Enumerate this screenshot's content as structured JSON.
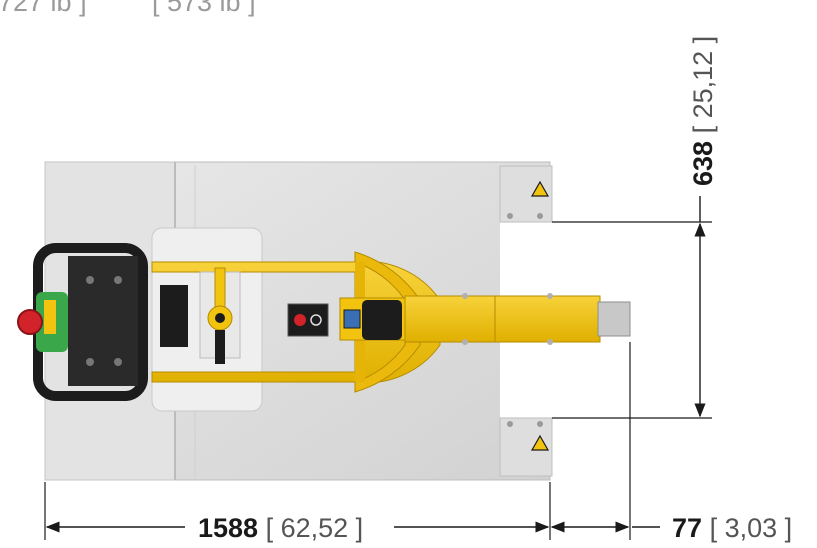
{
  "top_partial": {
    "left": "727 lb ]",
    "right": "[ 573 lb ]"
  },
  "dimensions": {
    "length": {
      "value": "1588",
      "imperial": "[ 62,52 ]"
    },
    "overhang": {
      "value": "77",
      "imperial": "[ 3,03 ]"
    },
    "width": {
      "value": "638",
      "imperial": "[ 25,12 ]"
    }
  },
  "colors": {
    "frame_yellow": "#f2c40f",
    "panel_gray": "#dcdcdc",
    "dark": "#1c1c1c",
    "warning_red": "#d2232a",
    "green": "#3aa84a"
  },
  "icons": [
    "warning-triangle-icon",
    "emergency-stop-icon"
  ]
}
